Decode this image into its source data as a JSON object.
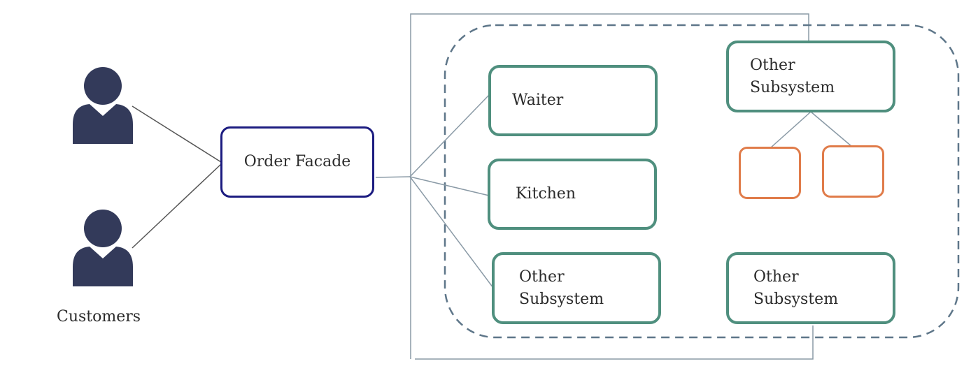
{
  "actors": {
    "label": "Customers"
  },
  "facade": {
    "label": "Order Facade"
  },
  "subsystems": {
    "waiter": "Waiter",
    "kitchen": "Kitchen",
    "other_bottom_left": [
      "Other",
      "Subsystem"
    ],
    "other_top_right": [
      "Other",
      "Subsystem"
    ],
    "other_bottom_right": [
      "Other",
      "Subsystem"
    ]
  },
  "colors": {
    "facade_border": "#1c1c80",
    "subsystem_border": "#4f8f7e",
    "child_border": "#e07c4a",
    "person_fill": "#333a5a",
    "dashed_boundary": "#5e7689",
    "connector": "#8a9aa6"
  },
  "icons": [
    "person-icon",
    "person-icon"
  ]
}
